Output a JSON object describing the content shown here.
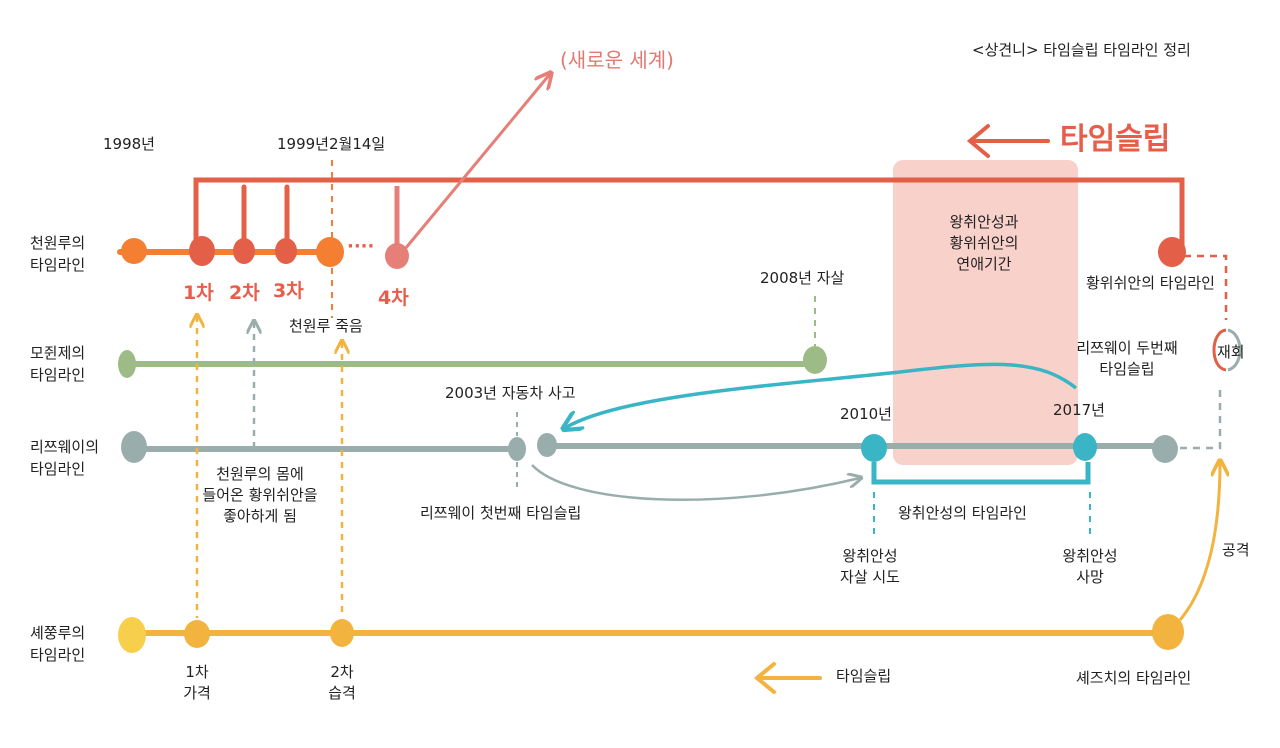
{
  "title": "<상견니> 타임슬립 타임라인 정리",
  "colors": {
    "cheon": "#f47f32",
    "cheon_red": "#e35f47",
    "new_world": "#e57f78",
    "mo": "#9cbb86",
    "li": "#99aeac",
    "teal": "#39b5c5",
    "se": "#f2b33f",
    "pink": "#f7c2ba"
  },
  "rows": {
    "cheon": "천원루의\n타임라인",
    "mo": "모쥔제의\n타임라인",
    "li": "리쯔웨이의\n타임라인",
    "se": "셰쭝루의\n타임라인"
  },
  "top": {
    "y1998": "1998년",
    "y1999": "1999년2월14일",
    "timeslip": "타임슬립",
    "new_world": "(새로운 세계)"
  },
  "marks": {
    "first": "1차",
    "second": "2차",
    "third": "3차",
    "fourth": "4차",
    "dots": "····"
  },
  "labels": {
    "cheon_death": "천원루 죽음",
    "mo_2008": "2008년 자살",
    "period": "왕취안성과\n황위쉬안의\n연애기간",
    "huang_timeline": "황위쉬안의 타임라인",
    "li_second": "리쯔웨이 두번째\n타임슬립",
    "reunion": "재회",
    "accident_2003": "2003년 자동차 사고",
    "y2010": "2010년",
    "y2017": "2017년",
    "body_like": "천원루의 몸에\n들어온 황위쉬안을\n좋아하게 됨",
    "li_first": "리쯔웨이 첫번째 타임슬립",
    "wang_timeline": "왕취안성의 타임라인",
    "wang_attempt": "왕취안성\n자살 시도",
    "wang_death": "왕취안성\n사망",
    "attack": "공격",
    "se_first": "1차\n가격",
    "se_second": "2차\n습격",
    "bottom_timeslip": "타임슬립",
    "sezhi_timeline": "셰즈치의 타임라인"
  }
}
